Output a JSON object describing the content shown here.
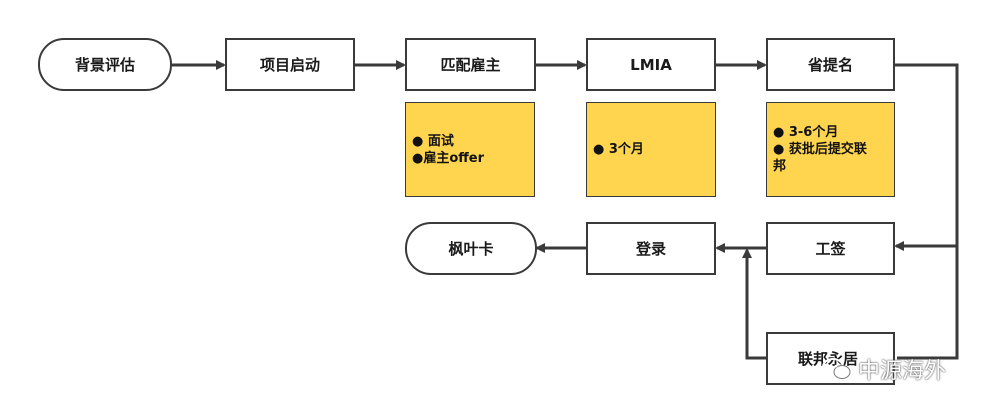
{
  "nodes": {
    "background_eval": "背景评估",
    "project_start": "项目启动",
    "match_employer": "匹配雇主",
    "lmia": "LMIA",
    "provincial_nomination": "省提名",
    "work_permit": "工签",
    "landing": "登录",
    "federal_pr": "联邦永居",
    "maple_card": "枫叶卡"
  },
  "notes": {
    "match_employer": [
      "● 面试",
      "●雇主offer"
    ],
    "lmia": [
      "● 3个月"
    ],
    "provincial_nomination": [
      "● 3-6个月",
      "● 获批后提交联",
      "邦"
    ]
  },
  "watermark": {
    "text": "中源海外",
    "icon": "wechat-icon"
  },
  "colors": {
    "note_fill": "#ffd54f",
    "stroke": "#3a3a3a"
  }
}
